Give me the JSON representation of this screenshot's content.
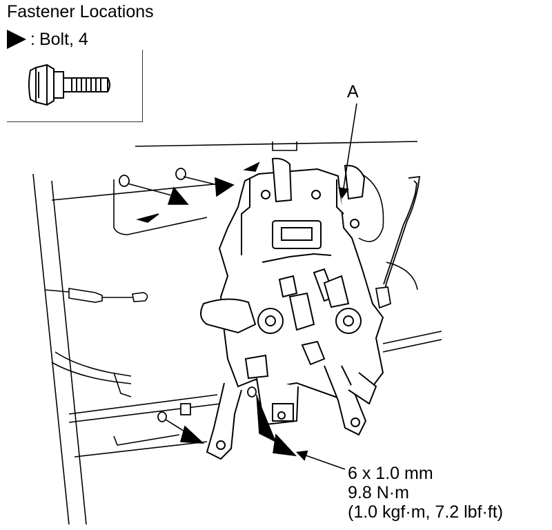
{
  "title": "Fastener Locations",
  "legend": {
    "label": "Bolt, 4"
  },
  "callout": "A",
  "spec": {
    "size": "6 x 1.0 mm",
    "torque_nm": "9.8 N·m",
    "torque_alt": "(1.0 kgf·m, 7.2 lbf·ft)"
  }
}
